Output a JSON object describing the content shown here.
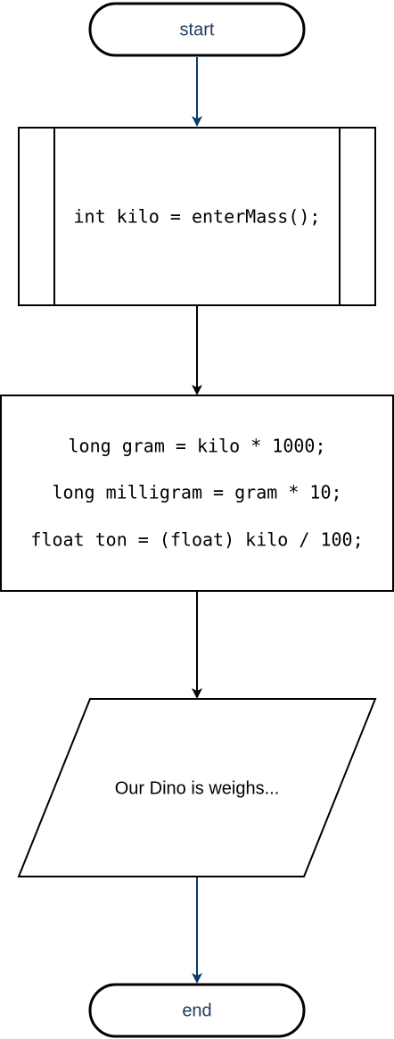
{
  "diagram": {
    "nodes": {
      "start": {
        "label": "start",
        "shape": "terminator"
      },
      "call": {
        "label": "int kilo = enterMass();",
        "shape": "predefined-process"
      },
      "process": {
        "shape": "process",
        "lines": [
          "long gram = kilo * 1000;",
          "long milligram = gram * 10;",
          "float ton = (float) kilo / 100;"
        ]
      },
      "output": {
        "label": "Our Dino is weighs...",
        "shape": "data-io"
      },
      "end": {
        "label": "end",
        "shape": "terminator"
      }
    },
    "edges": [
      {
        "from": "start",
        "to": "call"
      },
      {
        "from": "call",
        "to": "process"
      },
      {
        "from": "process",
        "to": "output"
      },
      {
        "from": "output",
        "to": "end"
      }
    ]
  },
  "colors": {
    "stroke": "#000000",
    "terminator_text": "#1f3a60",
    "body_text": "#000000",
    "blue_arrow": "#0e3a66",
    "black_arrow": "#000000",
    "fill": "#ffffff"
  }
}
